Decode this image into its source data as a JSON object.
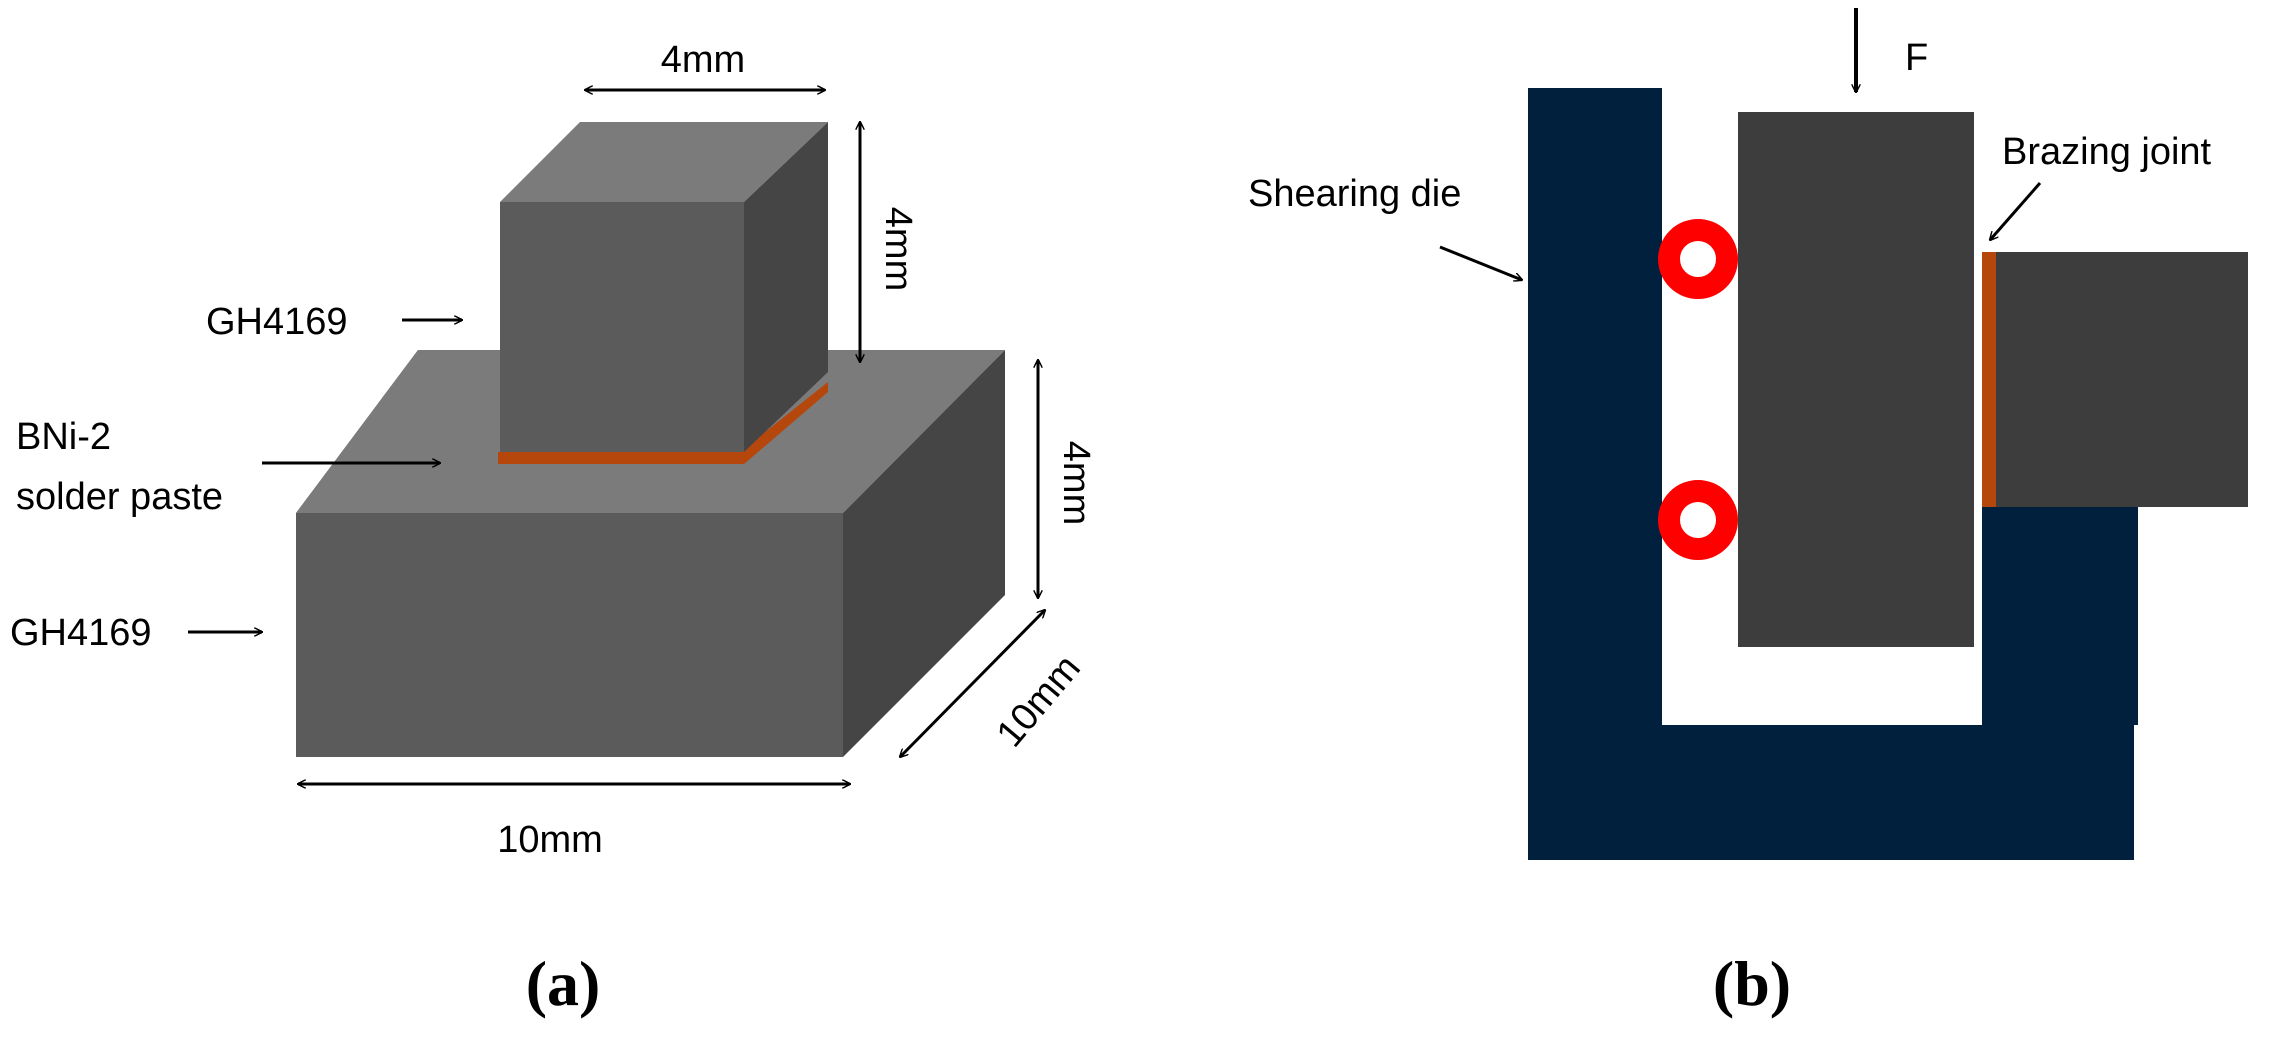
{
  "panel_a": {
    "dimensions": {
      "top_width": "4mm",
      "top_height": "4mm",
      "base_height": "4mm",
      "base_depth": "10mm",
      "base_width": "10mm"
    },
    "labels": {
      "upper_block": "GH4169",
      "solder_line1": "BNi-2",
      "solder_line2": "solder paste",
      "lower_block": "GH4169"
    },
    "caption": "(a)"
  },
  "panel_b": {
    "labels": {
      "force": "F",
      "die": "Shearing die",
      "joint": "Brazing joint"
    },
    "caption": "(b)"
  },
  "colors": {
    "top_face": "#7b7b7b",
    "front_face": "#5b5b5b",
    "side_face": "#454545",
    "solder": "#b5470c",
    "die": "#00203d",
    "specimen": "#3d3d3d",
    "marker_ring": "#ff0000",
    "arrow": "#000000"
  }
}
